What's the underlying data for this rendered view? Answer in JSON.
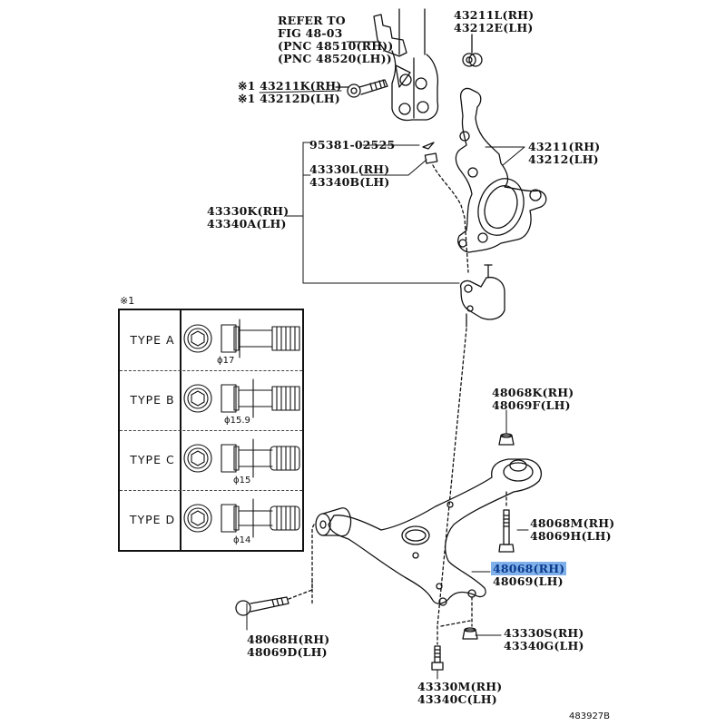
{
  "diagram": {
    "title": "Front Axle Lower Suspension Arm / Steering Knuckle Exploded View",
    "figure_number": "483927B",
    "highlight_color": "#7fb0ea",
    "reference": {
      "lines": [
        "REFER TO",
        "FIG 48-03",
        "(PNC 48510(RH))",
        "(PNC 48520(LH))"
      ]
    },
    "callouts": [
      {
        "id": "bolt-43211k",
        "lines": [
          "※1 43211K(RH)",
          "※1 43212D(LH)"
        ],
        "highlighted": false
      },
      {
        "id": "nut-43211l",
        "lines": [
          "43211L(RH)",
          "43212E(LH)"
        ],
        "highlighted": false
      },
      {
        "id": "cotter-pin",
        "lines": [
          "95381-02525"
        ],
        "highlighted": false
      },
      {
        "id": "nut-43330l",
        "lines": [
          "43330L(RH)",
          "43340B(LH)"
        ],
        "highlighted": false
      },
      {
        "id": "knuckle-43211",
        "lines": [
          "43211(RH)",
          "43212(LH)"
        ],
        "highlighted": false
      },
      {
        "id": "ball-joint-43330k",
        "lines": [
          "43330K(RH)",
          "43340A(LH)"
        ],
        "highlighted": false
      },
      {
        "id": "nut-48068k",
        "lines": [
          "48068K(RH)",
          "48069F(LH)"
        ],
        "highlighted": false
      },
      {
        "id": "bolt-48068m",
        "lines": [
          "48068M(RH)",
          "48069H(LH)"
        ],
        "highlighted": false
      },
      {
        "id": "arm-48068",
        "lines": [
          "48068(RH)",
          "48069(LH)"
        ],
        "highlighted": true
      },
      {
        "id": "bolt-48068h",
        "lines": [
          "48068H(RH)",
          "48069D(LH)"
        ],
        "highlighted": false
      },
      {
        "id": "nut-43330s",
        "lines": [
          "43330S(RH)",
          "43340G(LH)"
        ],
        "highlighted": false
      },
      {
        "id": "bolt-43330m",
        "lines": [
          "43330M(RH)",
          "43340C(LH)"
        ],
        "highlighted": false
      }
    ],
    "bolt_types": {
      "note": "※1",
      "rows": [
        {
          "label": "TYPE A",
          "diameter": "ϕ17"
        },
        {
          "label": "TYPE B",
          "diameter": "ϕ15.9"
        },
        {
          "label": "TYPE C",
          "diameter": "ϕ15"
        },
        {
          "label": "TYPE D",
          "diameter": "ϕ14"
        }
      ]
    }
  }
}
